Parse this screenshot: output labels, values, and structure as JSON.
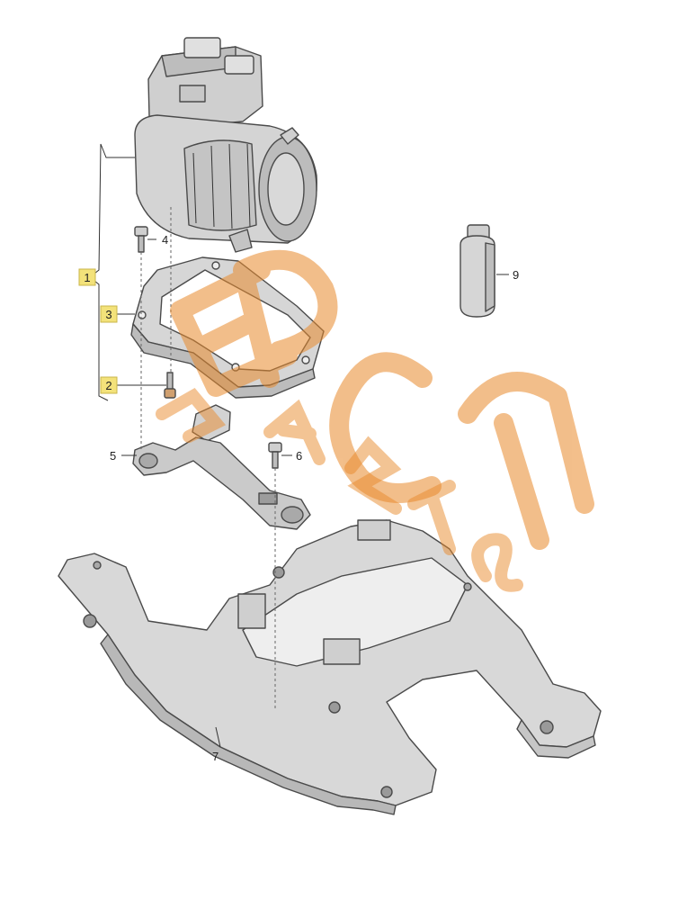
{
  "callouts": {
    "c1": "1",
    "c2": "2",
    "c3": "3",
    "c4": "4",
    "c5": "5",
    "c6": "6",
    "c7": "7",
    "c9": "9"
  },
  "watermark": {
    "text": "EPC PARTS",
    "color": "#e98a2c"
  },
  "colors": {
    "part_fill": "#d9d9d9",
    "part_shade": "#b9b9b9",
    "highlight_box": "#f3e27a"
  }
}
